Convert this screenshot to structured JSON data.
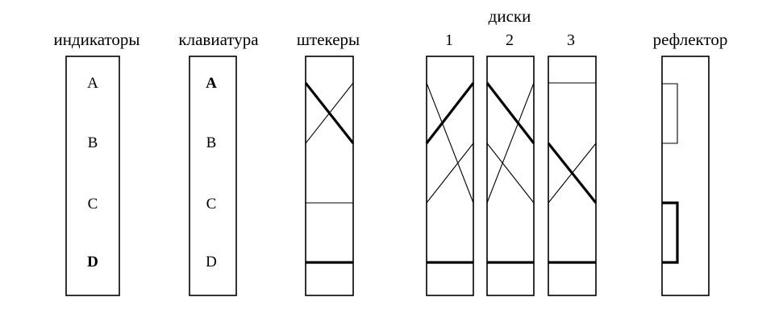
{
  "labels": {
    "indicators": "индикаторы",
    "keyboard": "клавиатура",
    "plugs": "штекеры",
    "disks": "диски",
    "reflector": "рефлектор"
  },
  "disk_numbers": [
    "1",
    "2",
    "3"
  ],
  "indicator_letters": [
    "A",
    "B",
    "C",
    "D"
  ],
  "keyboard_letters": [
    "A",
    "B",
    "C",
    "D"
  ],
  "highlighted": {
    "indicator": "D",
    "keyboard": "A"
  }
}
